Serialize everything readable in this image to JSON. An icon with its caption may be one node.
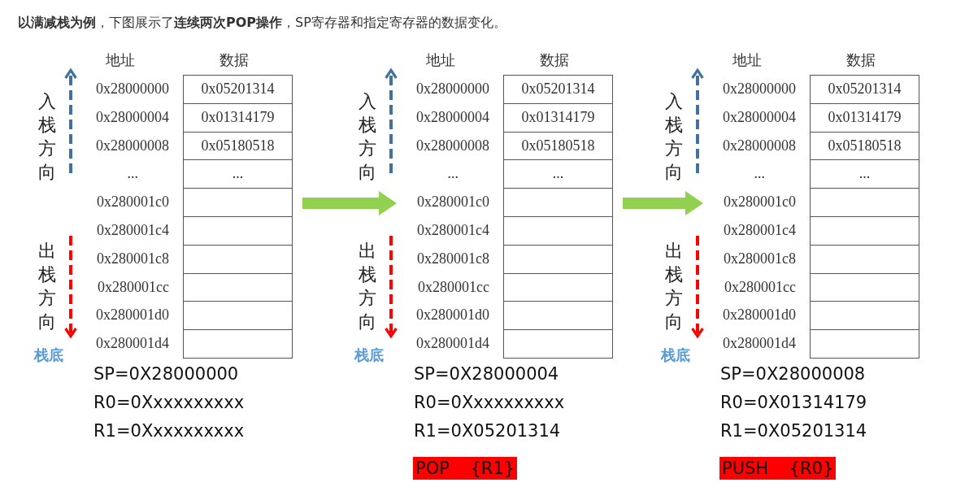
{
  "diagram": {
    "title": "**以满减栈为例**，下图展示了**连续两次POP操作**，SP寄存器和指定寄存器的数据变化。",
    "nodes": [
      {
        "text": [
          "地址",
          "0x28000000",
          "0x28000004",
          "0x28000008",
          "...",
          "0x280001c0",
          "0x280001c4",
          "0x280001c8",
          "0x280001cc",
          "0x280001d0",
          "0x280001d4"
        ]
      },
      {
        "text": [
          "数据",
          "0x05201314",
          "0x01314179",
          "0x05180518",
          "..."
        ]
      },
      {
        "text": [
          "地址",
          "0x28000000",
          "0x28000004",
          "0x28000008",
          "...",
          "0x280001c0",
          "0x280001c4",
          "0x280001c8",
          "0x280001cc",
          "0x280001d0",
          "0x280001d4"
        ]
      },
      {
        "text": [
          "数据",
          "0x05201314",
          "0x01314179",
          "0x05180518",
          "..."
        ]
      },
      {
        "text": [
          "地址",
          "0x28000000",
          "0x28000004",
          "0x28000008",
          "...",
          "0x280001c0",
          "0x280001c4",
          "0x280001c8",
          "0x280001cc",
          "0x280001d0",
          "0x280001d4"
        ]
      },
      {
        "text": [
          "数据",
          "0x05201314",
          "0x01314179",
          "0x05180518",
          "..."
        ]
      },
      {
        "text": [
          "POP {R1}"
        ]
      },
      {
        "text": [
          "PUSH {R0}"
        ]
      }
    ],
    "edges": [
      {
        "from": 1,
        "to": 2,
        "arrow": "to"
      },
      {
        "from": 3,
        "to": 4,
        "arrow": "to"
      }
    ],
    "labels": [
      "入栈方向",
      "出栈方向",
      "栈底",
      "SP=0X28000000",
      "R0=0Xxxxxxxxxx",
      "R1=0Xxxxxxxxxx",
      "入栈方向",
      "出栈方向",
      "栈底",
      "SP=0X28000004",
      "R0=0Xxxxxxxxxx",
      "R1=0X05201314",
      "入栈方向",
      "出栈方向",
      "栈底",
      "SP=0X28000008",
      "R0=0X01314179",
      "R1=0X05201314"
    ]
  }
}
